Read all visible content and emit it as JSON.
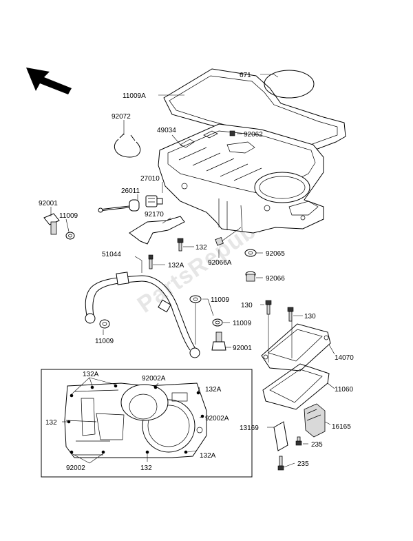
{
  "watermark": "PartsRepublik",
  "labels": {
    "p671": "671",
    "p11009A": "11009A",
    "p92072": "92072",
    "p49034": "49034",
    "p92062": "92062",
    "p27010": "27010",
    "p26011": "26011",
    "p92001a": "92001",
    "p11009a": "11009",
    "p92170": "92170",
    "p132a": "132",
    "p132Aa": "132A",
    "p92066A": "92066A",
    "p92065": "92065",
    "p92066": "92066",
    "p51044": "51044",
    "p11009b": "11009",
    "p11009c": "11009",
    "p11009d": "11009",
    "p92001b": "92001",
    "p130a": "130",
    "p130b": "130",
    "p14070": "14070",
    "p11060": "11060",
    "p16165": "16165",
    "p13169": "13169",
    "p235a": "235",
    "p235b": "235",
    "inset_132A_top": "132A",
    "inset_92002A_top": "92002A",
    "inset_132A_right1": "132A",
    "inset_132_left": "132",
    "inset_92002A_right": "92002A",
    "inset_132A_right2": "132A",
    "inset_92002": "92002",
    "inset_132_bottom": "132"
  }
}
